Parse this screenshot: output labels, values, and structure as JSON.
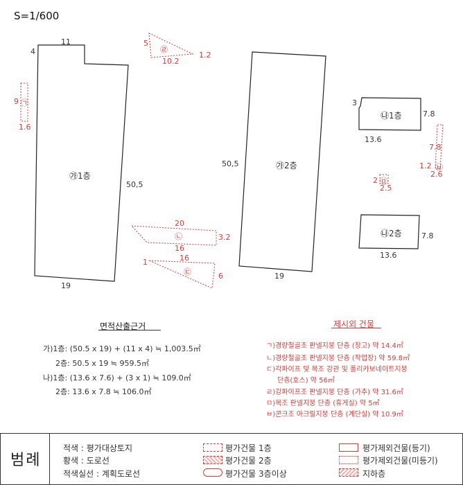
{
  "scale": "S=1/600",
  "parcel_ga": {
    "floor1": {
      "label": "㉮1층",
      "dim_top": "11",
      "dim_left_small": "4",
      "dim_right": "50,5",
      "dim_bottom": "19"
    },
    "floor2": {
      "label": "㉮2층",
      "dim_left": "50,5",
      "dim_bottom": "19"
    }
  },
  "parcel_na": {
    "floor1": {
      "label": "㉯1층",
      "dim_small": "3",
      "dim_right": "7.8",
      "dim_bottom": "13.6"
    },
    "floor2": {
      "label": "㉯2층",
      "dim_right": "7.8",
      "dim_bottom": "13.6"
    }
  },
  "excluded_buildings": {
    "giyeok": {
      "label": "㉠",
      "dim_top": "9",
      "dim_bottom": "1.6"
    },
    "nieun": {
      "label": "㉡",
      "dim_top": "20",
      "dim_right": "3.2",
      "dim_bottom": "16"
    },
    "digeut": {
      "label": "㉢",
      "dim_left": "1",
      "dim_top": "16",
      "dim_right": "6"
    },
    "rieul": {
      "label": "㉣",
      "dim_left": "5",
      "dim_right": "1.2",
      "dim_bottom": "10.2"
    },
    "mieum": {
      "label": "㉤",
      "dim_left": "2",
      "dim_bottom": "2.5"
    },
    "bieup": {
      "label": "㉥",
      "dim_top": "7.8",
      "dim_left": "1.2",
      "dim_bottom": "2.6"
    }
  },
  "area_calc": {
    "title": "면적산출근거",
    "lines": [
      "가)1층: (50.5 x 19) + (11 x 4) ≒ 1,003.5㎡",
      "2층: 50.5 x 19 ≒ 959.5㎡",
      "나)1층: (13.6 x 7.6) + (3 x 1) ≒ 109.0㎡",
      "2층: 13.6 x 7.8 ≒ 106.0㎡"
    ]
  },
  "excluded_list": {
    "title": "제시외 건물",
    "lines": [
      "ㄱ)경량철골조 판넬지붕 단층 (창고) 약 14.4㎡",
      "ㄴ)경량철골조 판넬지붕 단층 (작업장) 약 59.8㎡",
      "ㄷ)각파이프 및 목조 강관 및 폴리카보네이트지붕",
      "단층(호스) 약 56㎡",
      "ㄹ)강파이프조 판넬지붕 단층 (가추) 약 31.6㎡",
      "ㅁ)목조 판넬지붕 단층 (휴게실) 약 5㎡",
      "ㅂ)콘크조 아크릴지붕 단층 (계단실) 약 10.9㎡"
    ]
  },
  "legend": {
    "title": "범례",
    "items": [
      "적색 : 평가대상토지",
      "황색 : 도로선",
      "적색실선 : 계획도로선",
      "평가건물 1층",
      "평가건물 2층",
      "평가건물 3층이상",
      "평가제외건물(등기)",
      "평가제외건물(미등기)",
      "지하층"
    ]
  },
  "colors": {
    "red": "#d63b3b",
    "line": "#222222"
  }
}
